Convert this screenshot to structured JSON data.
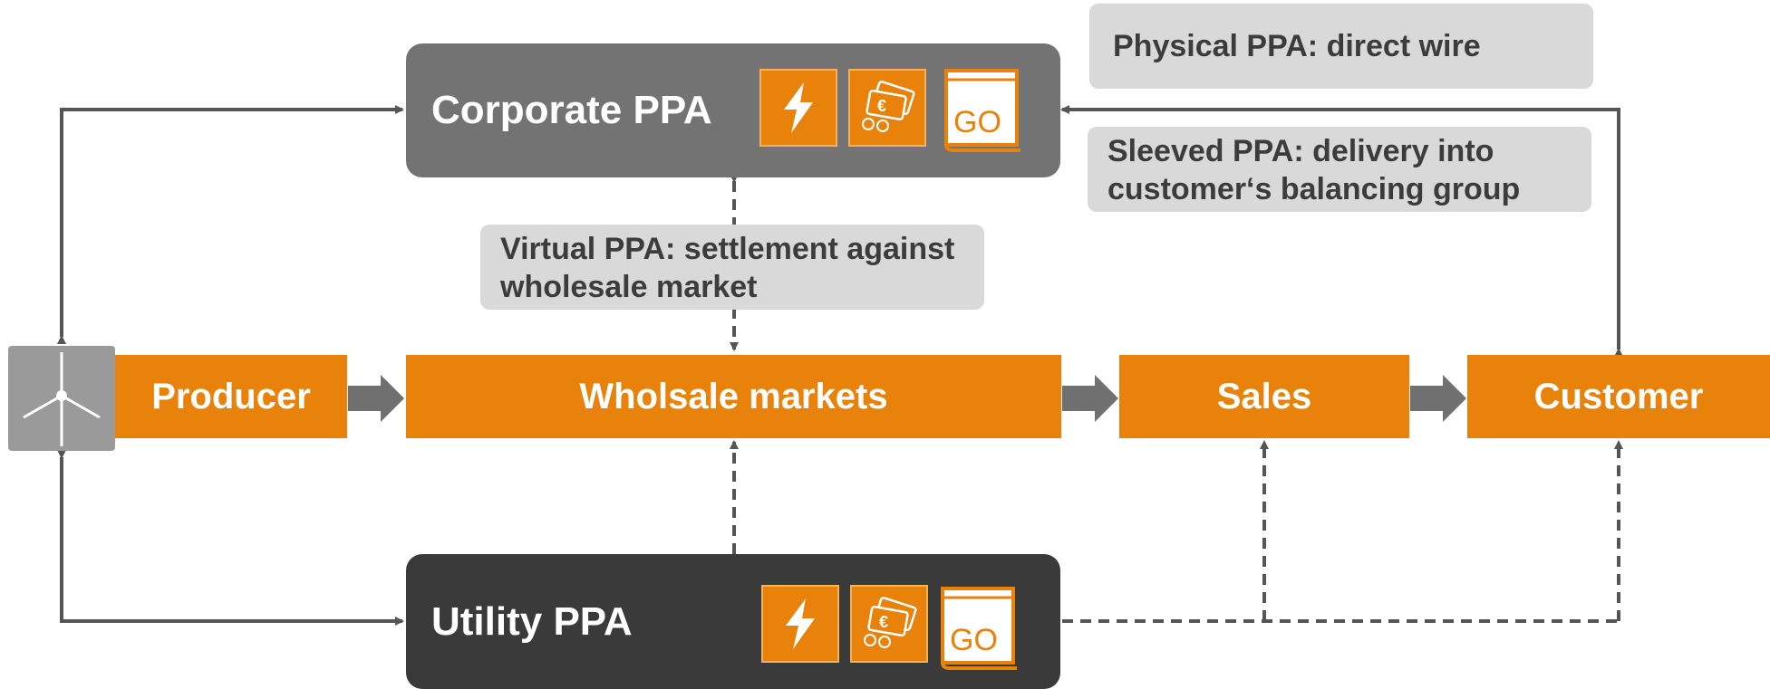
{
  "nodes": {
    "producer": "Producer",
    "wholesale": "Wholsale markets",
    "sales": "Sales",
    "customer": "Customer"
  },
  "ppa": {
    "corporate": "Corporate PPA",
    "utility": "Utility PPA",
    "go_label": "GO"
  },
  "notes": {
    "physical": "Physical PPA: direct wire",
    "sleeved": "Sleeved PPA: delivery into customer‘s balancing group",
    "virtual": "Virtual PPA: settlement against wholesale market"
  },
  "icons": [
    "lightning-icon",
    "money-icon",
    "go-certificate-icon",
    "wind-turbine-icon"
  ],
  "colors": {
    "orange": "#e8820a",
    "corporate": "#737373",
    "utility": "#3a3a3a",
    "note": "#d9d9d9",
    "line": "#555555"
  }
}
